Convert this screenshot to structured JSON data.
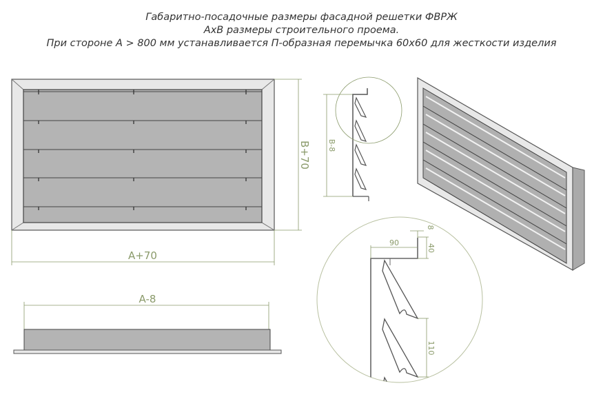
{
  "header": {
    "line1": "Габаритно-посадочные размеры фасадной решетки ФВРЖ",
    "line2": "AxB размеры строительного проема.",
    "line3": "При стороне А > 800 мм устанавливается П-образная перемычка 60х60 для жесткости изделия"
  },
  "front_view": {
    "height_label": "B+70",
    "width_label": "A+70"
  },
  "bottom_view": {
    "width_label": "A-8"
  },
  "side_profile": {
    "height_label": "B-8"
  },
  "detail": {
    "depth_label": "90",
    "flange_label": "40",
    "thickness_label": "8",
    "pitch_label": "110"
  },
  "colors": {
    "dimension": "#8a9a6a",
    "louver": "#b4b4b4",
    "frame": "#e6e6e6",
    "outline": "#555555"
  }
}
